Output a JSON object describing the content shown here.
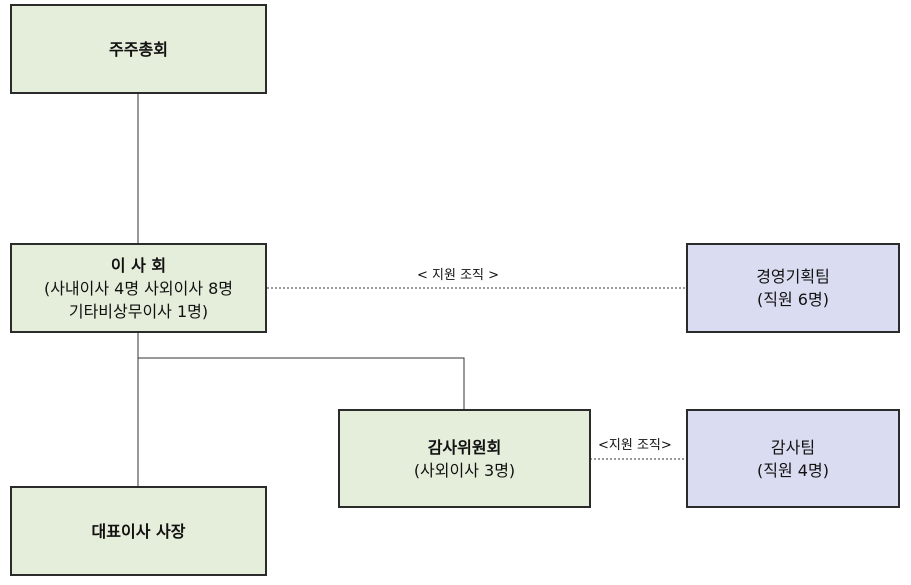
{
  "shareholders": {
    "title": "주주총회"
  },
  "board": {
    "title": "이 사 회",
    "line1": "(사내이사 4명 사외이사 8명",
    "line2": "기타비상무이사 1명)"
  },
  "ceo": {
    "title": "대표이사 사장"
  },
  "audit_committee": {
    "title": "감사위원회",
    "line1": "(사외이사 3명)"
  },
  "planning_team": {
    "title": "경영기획팀",
    "line1": "(직원 6명)"
  },
  "audit_team": {
    "title": "감사팀",
    "line1": "(직원 4명)"
  },
  "support_label_top": "< 지원 조직 >",
  "support_label_bottom": "<지원 조직>",
  "colors": {
    "green_fill": "#e5eedb",
    "blue_fill": "#dadcf1",
    "border": "#2b2b2b"
  }
}
